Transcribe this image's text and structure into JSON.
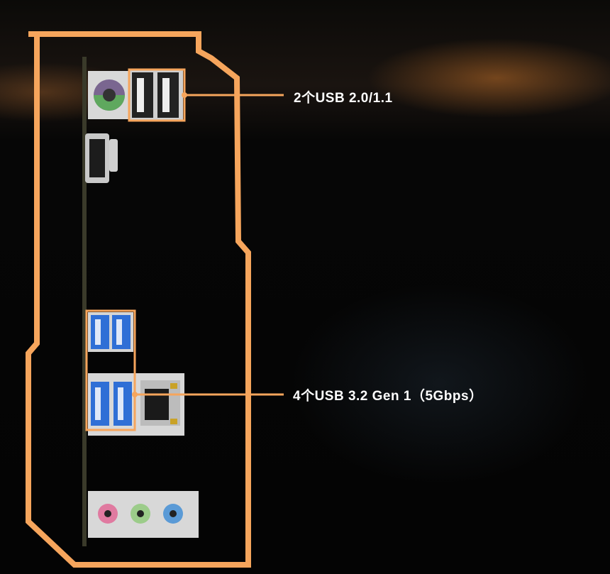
{
  "labels": {
    "usb2": "2个USB 2.0/1.1",
    "usb3": "4个USB 3.2 Gen 1（5Gbps）"
  },
  "colors": {
    "accent": "#f6a55c",
    "usb3_blue": "#2f6fd6",
    "ps2_purple": "#9b7fb8",
    "ps2_green": "#6fb36d",
    "audio_pink": "#e07aa0",
    "audio_green": "#9ccc8a",
    "audio_blue": "#5a9ad6"
  },
  "ports": [
    {
      "name": "ps2-combo-port",
      "kind": "PS/2"
    },
    {
      "name": "usb2-port",
      "count": 2
    },
    {
      "name": "hdmi-port",
      "kind": "HDMI"
    },
    {
      "name": "usb3-port",
      "count": 4
    },
    {
      "name": "ethernet-port",
      "kind": "RJ45"
    },
    {
      "name": "audio-jack",
      "count": 3
    }
  ]
}
